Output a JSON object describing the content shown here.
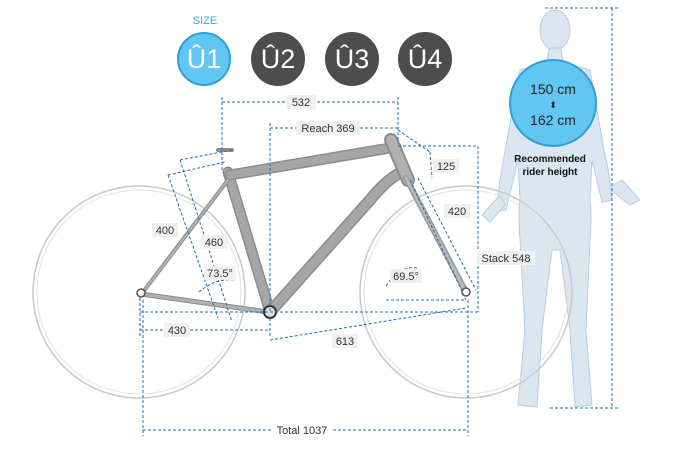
{
  "size_selector": {
    "heading": "SIZE",
    "options": [
      {
        "label": "Û1",
        "selected": true
      },
      {
        "label": "Û2",
        "selected": false
      },
      {
        "label": "Û3",
        "selected": false
      },
      {
        "label": "Û4",
        "selected": false
      }
    ],
    "active_color": "#62c6f2",
    "inactive_color": "#4d4d4d"
  },
  "geometry": {
    "top_tube": "532",
    "reach": "Reach 369",
    "head_tube": "125",
    "fork_length": "420",
    "stack": "Stack 548",
    "seat_tube_ct": "400",
    "seat_tube_cc": "460",
    "seat_angle": "73.5°",
    "head_angle": "69.5°",
    "chainstay": "430",
    "front_center": "613",
    "wheelbase": "Total 1037"
  },
  "rider": {
    "height_min": "150 cm",
    "height_max": "162 cm",
    "label_line1": "Recommended",
    "label_line2": "rider height"
  },
  "colors": {
    "dimension_line": "#1f6fb8",
    "frame": "#9a9a9a",
    "silhouette": "#dbe6f0"
  }
}
